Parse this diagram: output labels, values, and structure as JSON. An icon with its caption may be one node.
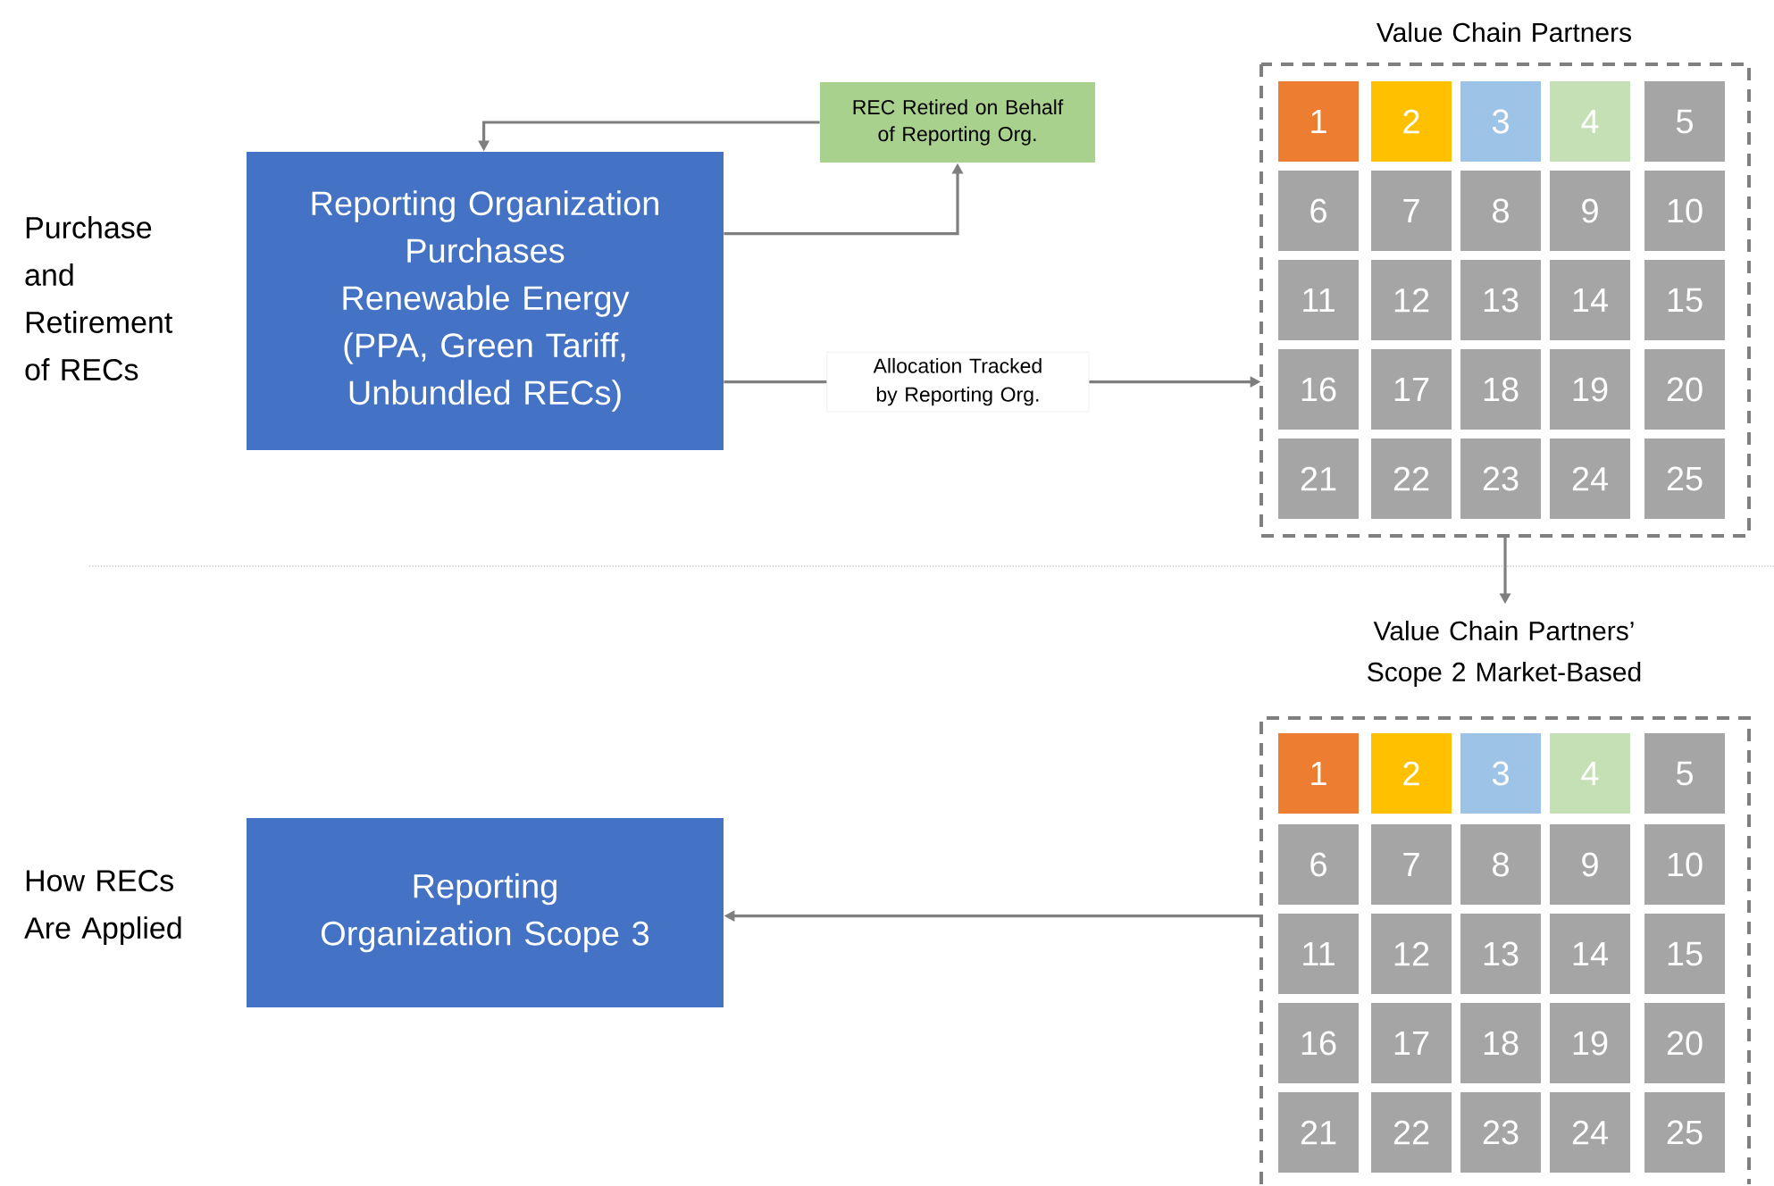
{
  "diagram": {
    "nodes": [
      {
        "text": [
          "Reporting Organization Purchases Renewable Energy",
          "(PPA, Green Tariff, Unbundled RECs)"
        ]
      },
      {
        "text": [
          "REC Retired on Behalf of Reporting Org."
        ]
      },
      {
        "text": [
          "Value Chain Partners"
        ]
      },
      {
        "text": [
          "1"
        ],
        "in": 2
      },
      {
        "text": [
          "2"
        ],
        "in": 2
      },
      {
        "text": [
          "3"
        ],
        "in": 2
      },
      {
        "text": [
          "4"
        ],
        "in": 2
      },
      {
        "text": [
          "5"
        ],
        "in": 2
      },
      {
        "text": [
          "6"
        ],
        "in": 2
      },
      {
        "text": [
          "7"
        ],
        "in": 2
      },
      {
        "text": [
          "8"
        ],
        "in": 2
      },
      {
        "text": [
          "9"
        ],
        "in": 2
      },
      {
        "text": [
          "10"
        ],
        "in": 2
      },
      {
        "text": [
          "11"
        ],
        "in": 2
      },
      {
        "text": [
          "12"
        ],
        "in": 2
      },
      {
        "text": [
          "13"
        ],
        "in": 2
      },
      {
        "text": [
          "14"
        ],
        "in": 2
      },
      {
        "text": [
          "15"
        ],
        "in": 2
      },
      {
        "text": [
          "16"
        ],
        "in": 2
      },
      {
        "text": [
          "17"
        ],
        "in": 2
      },
      {
        "text": [
          "18"
        ],
        "in": 2
      },
      {
        "text": [
          "19"
        ],
        "in": 2
      },
      {
        "text": [
          "20"
        ],
        "in": 2
      },
      {
        "text": [
          "21"
        ],
        "in": 2
      },
      {
        "text": [
          "22"
        ],
        "in": 2
      },
      {
        "text": [
          "23"
        ],
        "in": 2
      },
      {
        "text": [
          "24"
        ],
        "in": 2
      },
      {
        "text": [
          "25"
        ],
        "in": 2
      },
      {
        "text": [
          "Value Chain Partners’ Scope 2 Market-Based"
        ]
      },
      {
        "text": [
          "1"
        ],
        "in": 28
      },
      {
        "text": [
          "2"
        ],
        "in": 28
      },
      {
        "text": [
          "3"
        ],
        "in": 28
      },
      {
        "text": [
          "4"
        ],
        "in": 28
      },
      {
        "text": [
          "5"
        ],
        "in": 28
      },
      {
        "text": [
          "6"
        ],
        "in": 28
      },
      {
        "text": [
          "7"
        ],
        "in": 28
      },
      {
        "text": [
          "8"
        ],
        "in": 28
      },
      {
        "text": [
          "9"
        ],
        "in": 28
      },
      {
        "text": [
          "10"
        ],
        "in": 28
      },
      {
        "text": [
          "11"
        ],
        "in": 28
      },
      {
        "text": [
          "12"
        ],
        "in": 28
      },
      {
        "text": [
          "13"
        ],
        "in": 28
      },
      {
        "text": [
          "14"
        ],
        "in": 28
      },
      {
        "text": [
          "15"
        ],
        "in": 28
      },
      {
        "text": [
          "16"
        ],
        "in": 28
      },
      {
        "text": [
          "17"
        ],
        "in": 28
      },
      {
        "text": [
          "18"
        ],
        "in": 28
      },
      {
        "text": [
          "19"
        ],
        "in": 28
      },
      {
        "text": [
          "20"
        ],
        "in": 28
      },
      {
        "text": [
          "21"
        ],
        "in": 28
      },
      {
        "text": [
          "22"
        ],
        "in": 28
      },
      {
        "text": [
          "23"
        ],
        "in": 28
      },
      {
        "text": [
          "24"
        ],
        "in": 28
      },
      {
        "text": [
          "25"
        ],
        "in": 28
      },
      {
        "text": [
          "Reporting Organization Scope 3"
        ]
      }
    ],
    "edges": [
      {
        "from": 0,
        "to": 1,
        "arrow": "to"
      },
      {
        "from": 1,
        "to": 0,
        "arrow": "to"
      },
      {
        "from": 0,
        "to": 2,
        "arrow": "to",
        "label": "Allocation Tracked by Reporting Org."
      },
      {
        "from": 2,
        "to": 28,
        "arrow": "to"
      },
      {
        "from": 28,
        "to": 54,
        "arrow": "to"
      }
    ],
    "labels": [
      "Purchase and Retirement of RECs",
      "How RECs Are Applied"
    ]
  }
}
